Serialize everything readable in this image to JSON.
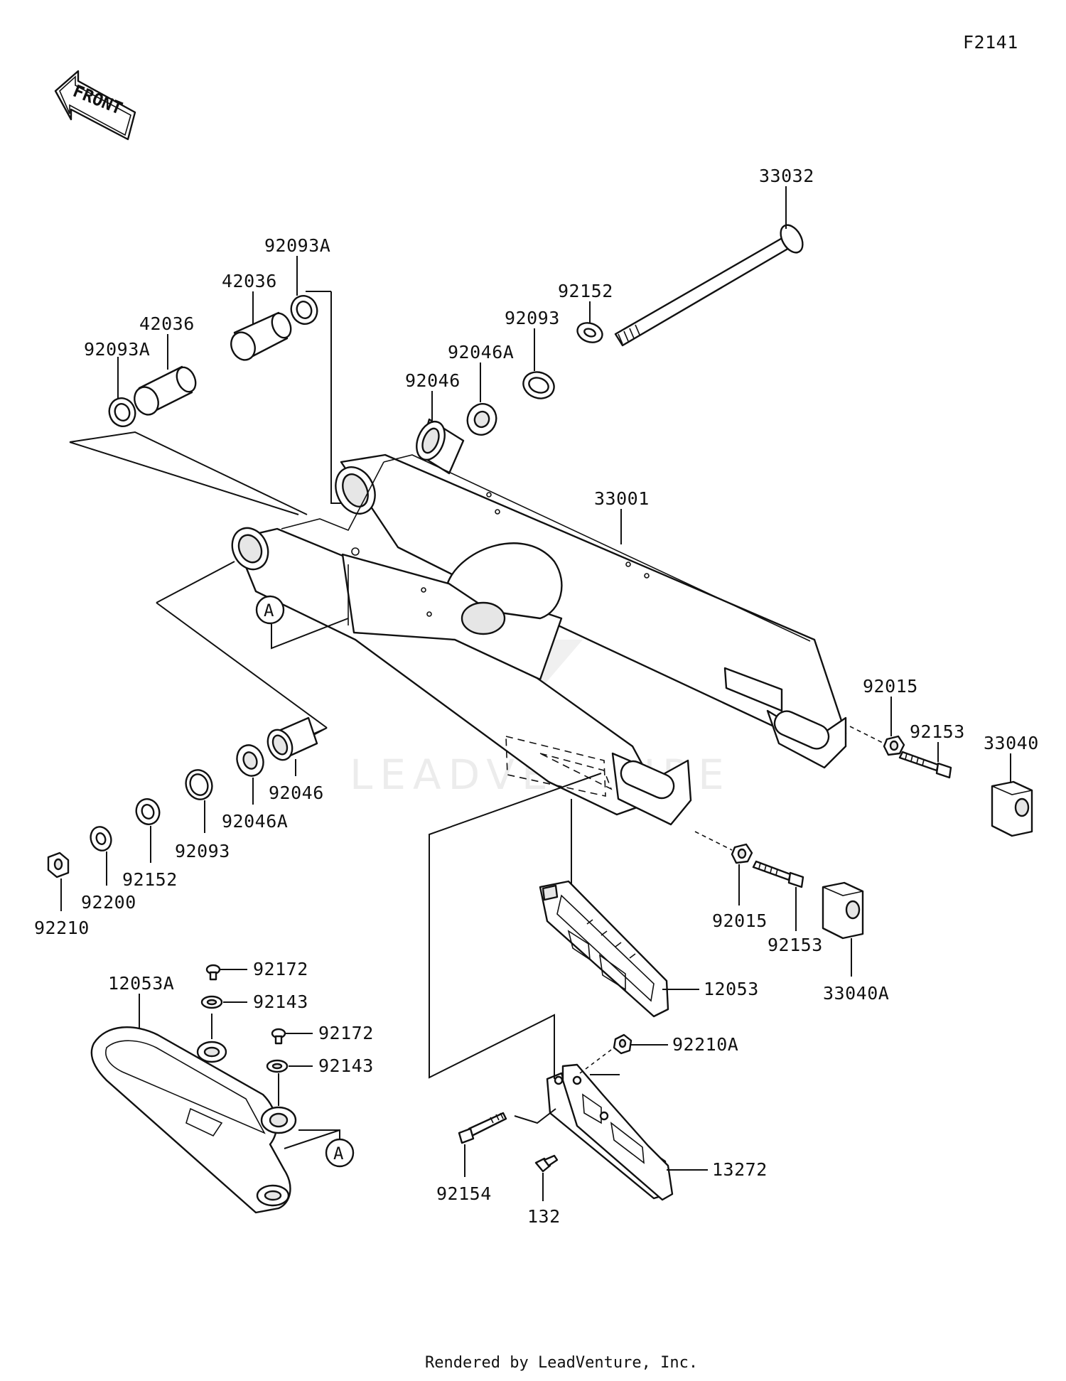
{
  "diagram_code": "F2141",
  "front_label": "FRONT",
  "callout_a": "A",
  "watermark": "LEADVENTURE",
  "footer": "Rendered by LeadVenture, Inc.",
  "parts": {
    "p33032": "33032",
    "p92093A_top": "92093A",
    "p42036_top": "42036",
    "p42036_mid": "42036",
    "p92093A_left": "92093A",
    "p92152_top": "92152",
    "p92093_top": "92093",
    "p92046A_top": "92046A",
    "p92046_top": "92046",
    "p33001": "33001",
    "p92015_r": "92015",
    "p92153_r": "92153",
    "p33040": "33040",
    "p92046_low": "92046",
    "p92046A_low": "92046A",
    "p92093_low": "92093",
    "p92152_low": "92152",
    "p92200": "92200",
    "p92210": "92210",
    "p92015_l": "92015",
    "p92153_l": "92153",
    "p33040A": "33040A",
    "p12053": "12053",
    "p12053A": "12053A",
    "p92172_a": "92172",
    "p92143_a": "92143",
    "p92172_b": "92172",
    "p92143_b": "92143",
    "p92210A": "92210A",
    "p13272": "13272",
    "p92154": "92154",
    "p132": "132"
  }
}
